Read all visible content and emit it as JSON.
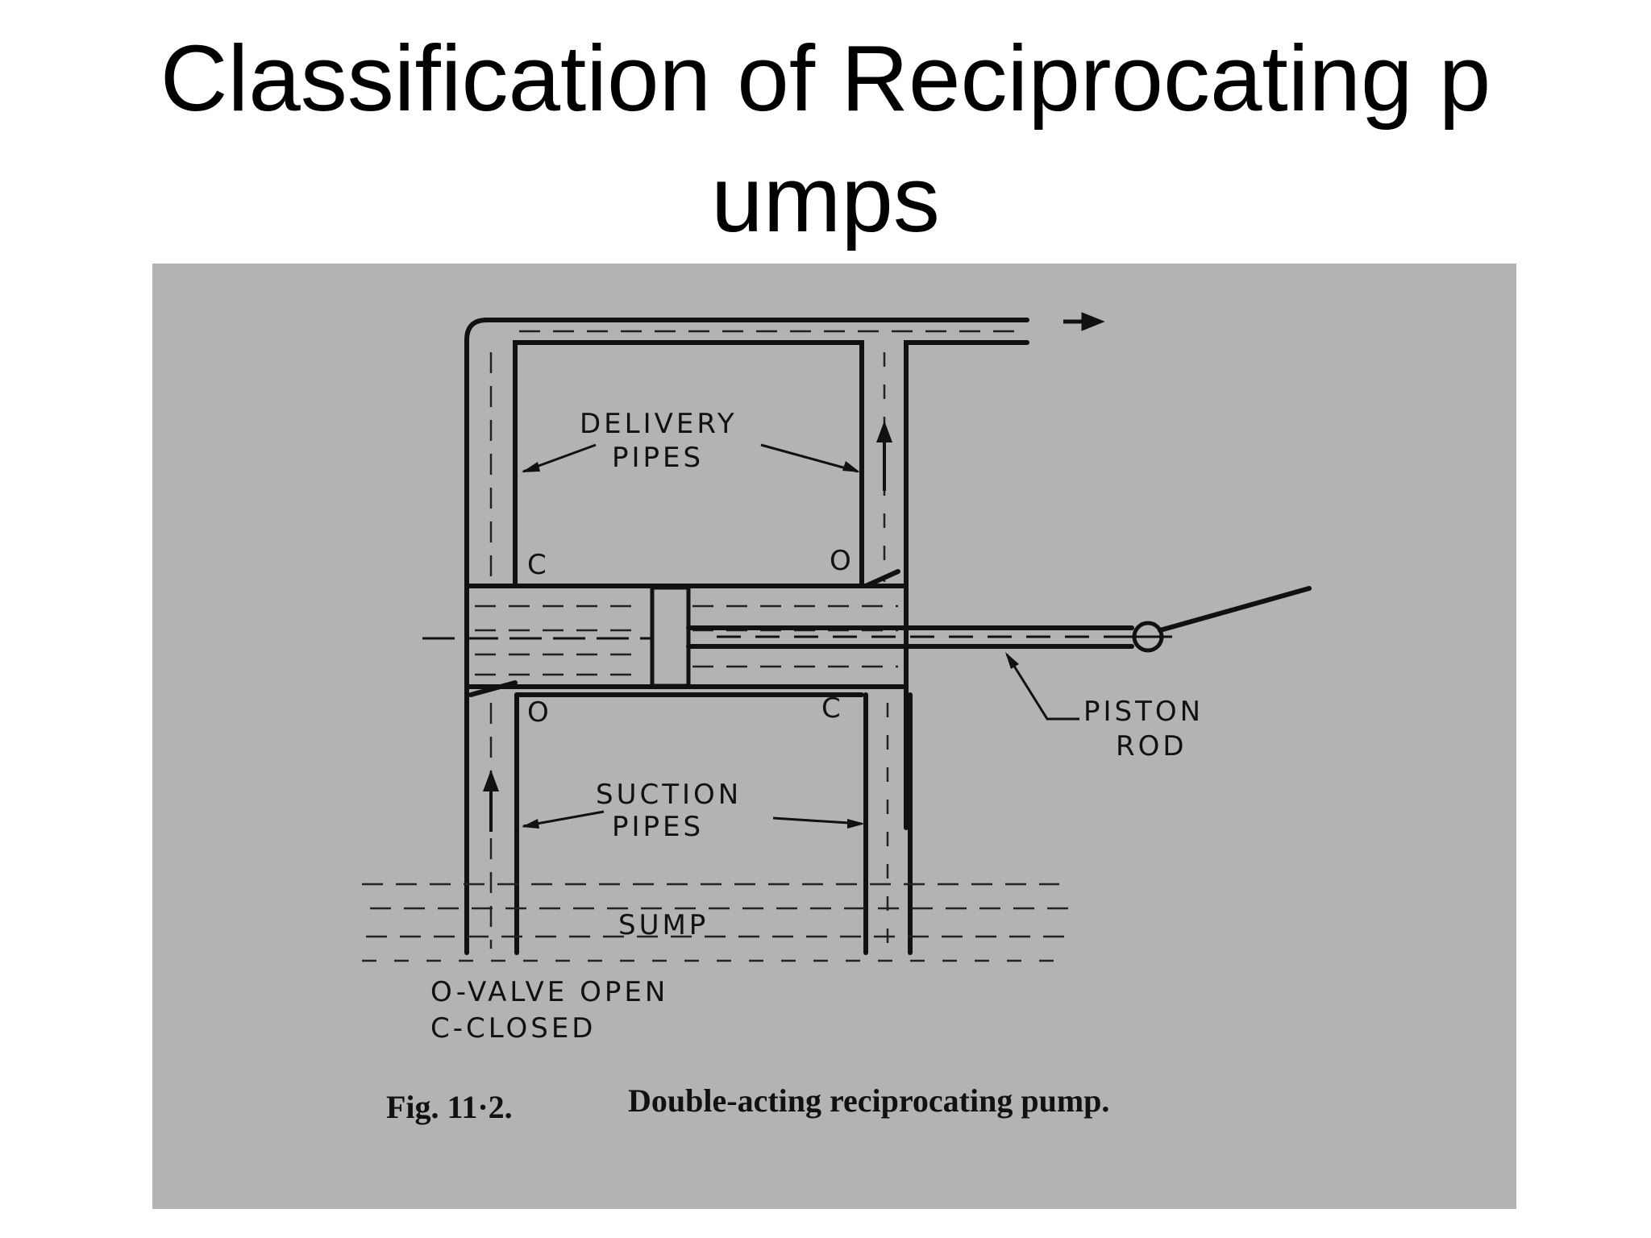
{
  "slide": {
    "title_line1": "Classification of Reciprocating p",
    "title_line2": "umps"
  },
  "figure": {
    "labels": {
      "delivery_line1": "DELIVERY",
      "delivery_line2": "PIPES",
      "suction_line1": "SUCTION",
      "suction_line2": "PIPES",
      "piston_line1": "PISTON",
      "piston_line2": "ROD",
      "sump": "SUMP",
      "valve_top_left": "C",
      "valve_top_right": "O",
      "valve_bottom_left": "O",
      "valve_bottom_right": "C"
    },
    "legend": {
      "line1": "O-VALVE  OPEN",
      "line2": "C-CLOSED"
    },
    "caption": {
      "fig_number": "Fig. 11·2.",
      "text": "Double-acting reciprocating pump."
    }
  },
  "colors": {
    "panel_bg": "#b3b3b3",
    "ink": "#111111",
    "title": "#000000"
  }
}
